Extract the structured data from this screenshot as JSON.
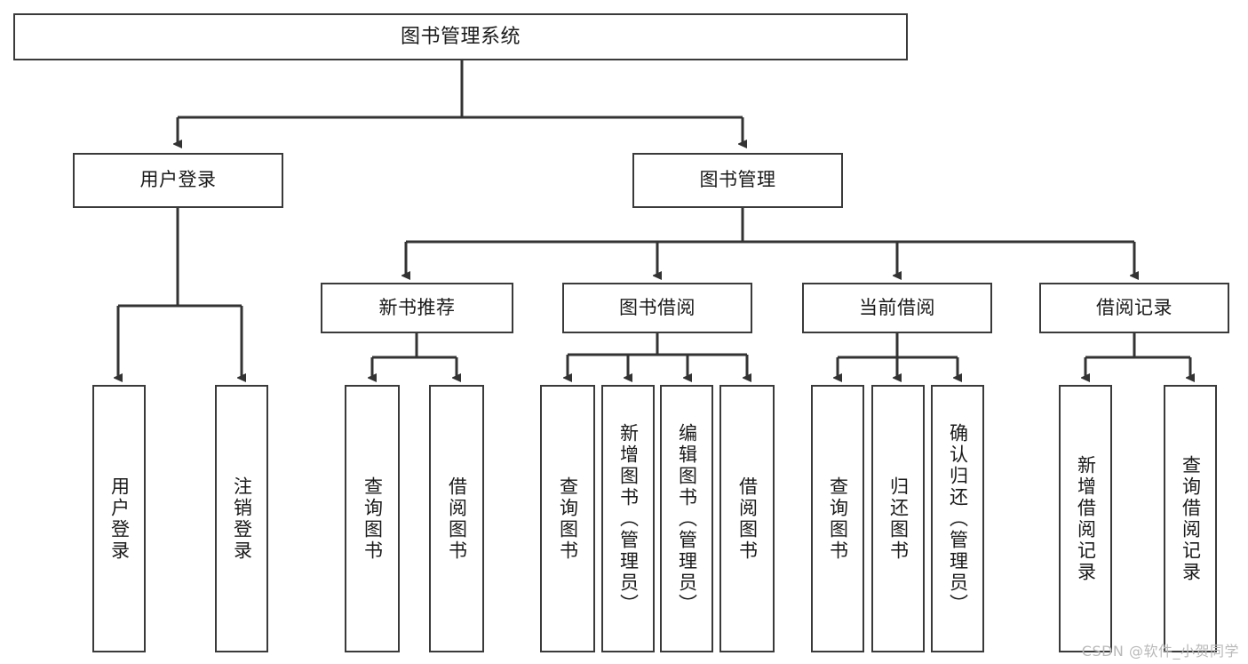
{
  "diagram": {
    "title": "图书管理系统",
    "type": "tree-hierarchy-diagram",
    "colors": {
      "box_border": "#3a3a3a",
      "box_fill": "#ffffff",
      "connector": "#333333",
      "text": "#1a1a1a",
      "watermark": "#b9b9b9",
      "background": "#ffffff"
    },
    "watermark": "CSDN @软件_小贺同学",
    "nodes": {
      "root": {
        "label": "图书管理系统"
      },
      "level2": [
        {
          "label": "用户登录"
        },
        {
          "label": "图书管理"
        }
      ],
      "level3": [
        {
          "label": "新书推荐"
        },
        {
          "label": "图书借阅"
        },
        {
          "label": "当前借阅"
        },
        {
          "label": "借阅记录"
        }
      ],
      "leaves": {
        "user_login": [
          {
            "label": "用户登录"
          },
          {
            "label": "注销登录"
          }
        ],
        "new_book_recommend": [
          {
            "label": "查询图书"
          },
          {
            "label": "借阅图书"
          }
        ],
        "book_borrow": [
          {
            "label": "查询图书"
          },
          {
            "label": "新增图书（管理员）"
          },
          {
            "label": "编辑图书（管理员）"
          },
          {
            "label": "借阅图书"
          }
        ],
        "current_borrow": [
          {
            "label": "查询图书"
          },
          {
            "label": "归还图书"
          },
          {
            "label": "确认归还（管理员）"
          }
        ],
        "borrow_records": [
          {
            "label": "新增借阅记录"
          },
          {
            "label": "查询借阅记录"
          }
        ]
      }
    }
  }
}
